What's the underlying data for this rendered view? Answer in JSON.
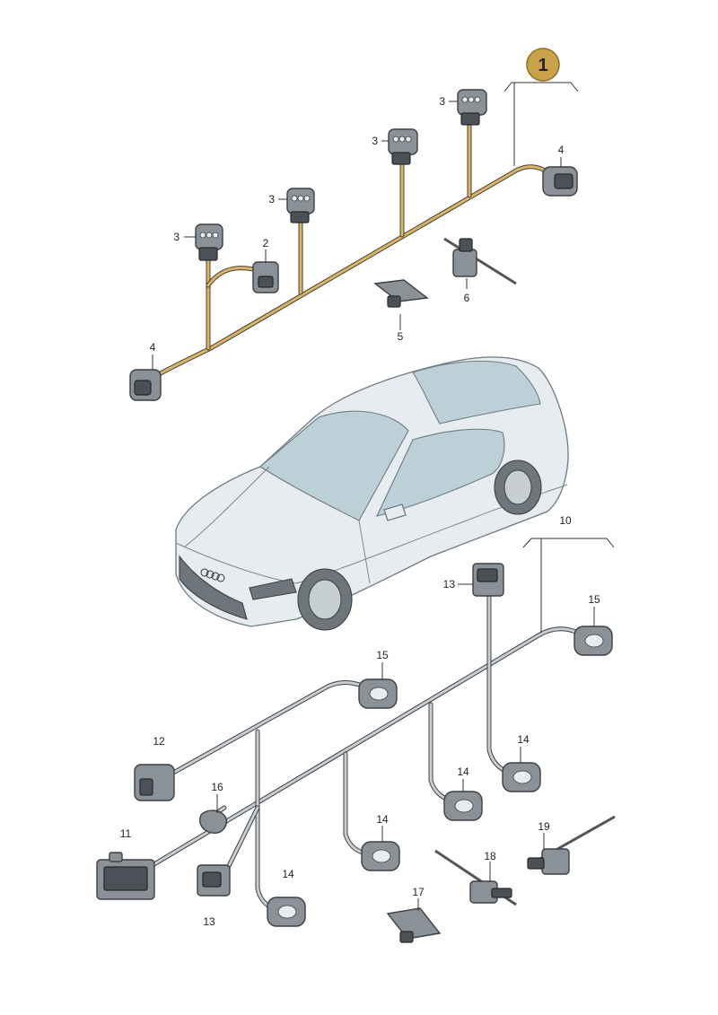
{
  "badge": {
    "number": "1",
    "color": "#c9a24a"
  },
  "labels": {
    "l3a": "3",
    "l3b": "3",
    "l3c": "3",
    "l3d": "3",
    "l4a": "4",
    "l4b": "4",
    "l2": "2",
    "l5": "5",
    "l6": "6",
    "l10": "10",
    "l11": "11",
    "l12": "12",
    "l13a": "13",
    "l13b": "13",
    "l14a": "14",
    "l14b": "14",
    "l14c": "14",
    "l14d": "14",
    "l15a": "15",
    "l15b": "15",
    "l16": "16",
    "l17": "17",
    "l18": "18",
    "l19": "19"
  },
  "colors": {
    "harness_upper": "#d8b56a",
    "harness_lower": "#c9ced2",
    "car": "#e6ecef",
    "glass": "#bcd0d8"
  }
}
